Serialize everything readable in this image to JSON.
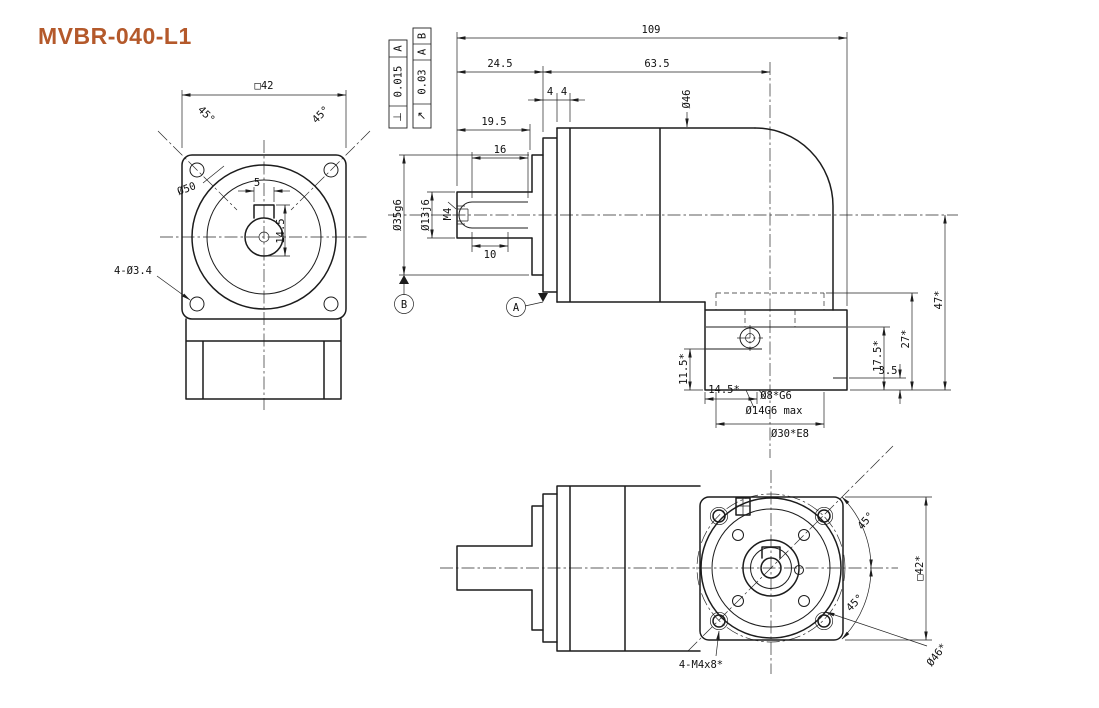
{
  "title": "MVBR-040-L1",
  "colors": {
    "accent_title": "#b4592b",
    "line": "#1c1c1c"
  },
  "front_view": {
    "square_dim": "□42",
    "angle_left": "45°",
    "angle_right": "45°",
    "bolt_circle_dia": "Ø50",
    "keyway_width": "5",
    "keyway_depth": "14.5",
    "mounting_holes": "4-Ø3.4"
  },
  "side_view": {
    "overall_length": "109",
    "input_section": "24.5",
    "body_section": "63.5",
    "plate_a": "4",
    "plate_b": "4",
    "shaft_length": "19.5",
    "key_length": "16",
    "key_flat": "10",
    "pilot_dia": "Ø35g6",
    "shaft_dia": "Ø13j6",
    "tap_hole": "M4",
    "body_dia": "Ø46",
    "datum_a": "A",
    "datum_b": "B",
    "fcf_perpendicularity": {
      "symbol": "⊥",
      "tolerance": "0.015",
      "datum": "A"
    },
    "fcf_runout": {
      "symbol": "↗",
      "tolerance": "0.03",
      "datum_1": "A",
      "datum_2": "B"
    },
    "axis_height": "47*",
    "depth_30": "27*",
    "depth_14": "17.5*",
    "depth_8": "11.5*",
    "offset": "14.5*",
    "lip": "3.5",
    "bore_8": "Ø8*G6",
    "bore_14": "Ø14G6 max",
    "bore_30": "Ø30*E8"
  },
  "bottom_view": {
    "square_dim": "□42*",
    "body_dia": "Ø46*",
    "angle_upper": "45°",
    "angle_lower": "45°",
    "tapped_holes": "4-M4x8*"
  }
}
